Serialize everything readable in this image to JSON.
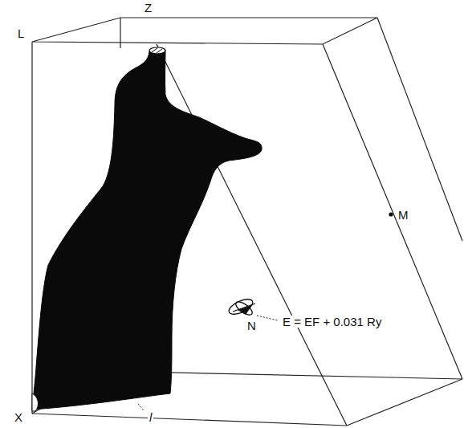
{
  "diagram": {
    "labels": [
      "L",
      "Z",
      "M",
      "N",
      "E = EF + 0.031 Ry",
      "X",
      "l"
    ]
  }
}
